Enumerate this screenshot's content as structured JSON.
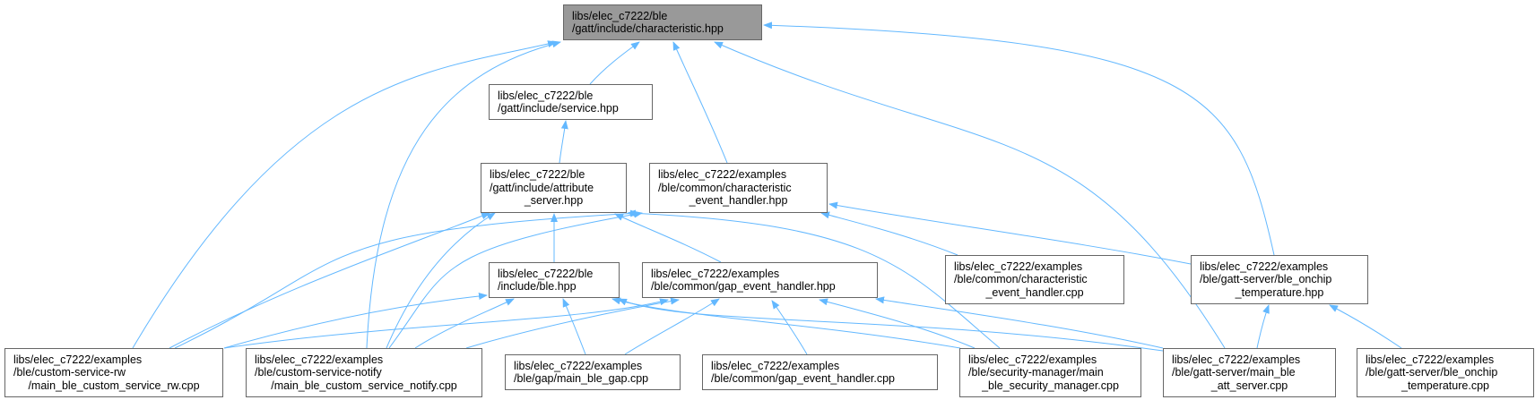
{
  "graph": {
    "root": "characteristic_hpp",
    "colors": {
      "edge": "#63b8ff",
      "root_fill": "#999999",
      "border": "#666666"
    },
    "nodes": [
      {
        "id": "characteristic_hpp",
        "lines": [
          "libs/elec_c7222/ble",
          "/gatt/include/characteristic.hpp"
        ]
      },
      {
        "id": "service_hpp",
        "lines": [
          "libs/elec_c7222/ble",
          "/gatt/include/service.hpp"
        ]
      },
      {
        "id": "attribute_server_hpp",
        "lines": [
          "libs/elec_c7222/ble",
          "/gatt/include/attribute",
          "_server.hpp"
        ]
      },
      {
        "id": "char_event_handler_hpp",
        "lines": [
          "libs/elec_c7222/examples",
          "/ble/common/characteristic",
          "_event_handler.hpp"
        ]
      },
      {
        "id": "ble_hpp",
        "lines": [
          "libs/elec_c7222/ble",
          "/include/ble.hpp"
        ]
      },
      {
        "id": "gap_event_handler_hpp",
        "lines": [
          "libs/elec_c7222/examples",
          "/ble/common/gap_event_handler.hpp"
        ]
      },
      {
        "id": "char_event_handler_cpp",
        "lines": [
          "libs/elec_c7222/examples",
          "/ble/common/characteristic",
          "_event_handler.cpp"
        ]
      },
      {
        "id": "onchip_temperature_hpp",
        "lines": [
          "libs/elec_c7222/examples",
          "/ble/gatt-server/ble_onchip",
          "_temperature.hpp"
        ]
      },
      {
        "id": "custom_service_rw_cpp",
        "lines": [
          "libs/elec_c7222/examples",
          "/ble/custom-service-rw",
          "/main_ble_custom_service_rw.cpp"
        ]
      },
      {
        "id": "custom_service_notify_cpp",
        "lines": [
          "libs/elec_c7222/examples",
          "/ble/custom-service-notify",
          "/main_ble_custom_service_notify.cpp"
        ]
      },
      {
        "id": "main_ble_gap_cpp",
        "lines": [
          "libs/elec_c7222/examples",
          "/ble/gap/main_ble_gap.cpp"
        ]
      },
      {
        "id": "gap_event_handler_cpp",
        "lines": [
          "libs/elec_c7222/examples",
          "/ble/common/gap_event_handler.cpp"
        ]
      },
      {
        "id": "security_manager_cpp",
        "lines": [
          "libs/elec_c7222/examples",
          "/ble/security-manager/main",
          "_ble_security_manager.cpp"
        ]
      },
      {
        "id": "att_server_cpp",
        "lines": [
          "libs/elec_c7222/examples",
          "/ble/gatt-server/main_ble",
          "_att_server.cpp"
        ]
      },
      {
        "id": "onchip_temperature_cpp",
        "lines": [
          "libs/elec_c7222/examples",
          "/ble/gatt-server/ble_onchip",
          "_temperature.cpp"
        ]
      }
    ],
    "edges": [
      {
        "from": "custom_service_rw_cpp",
        "to": "characteristic_hpp"
      },
      {
        "from": "custom_service_notify_cpp",
        "to": "characteristic_hpp"
      },
      {
        "from": "service_hpp",
        "to": "characteristic_hpp"
      },
      {
        "from": "char_event_handler_hpp",
        "to": "characteristic_hpp"
      },
      {
        "from": "att_server_cpp",
        "to": "characteristic_hpp"
      },
      {
        "from": "onchip_temperature_hpp",
        "to": "characteristic_hpp"
      },
      {
        "from": "attribute_server_hpp",
        "to": "service_hpp"
      },
      {
        "from": "custom_service_rw_cpp",
        "to": "attribute_server_hpp"
      },
      {
        "from": "custom_service_notify_cpp",
        "to": "attribute_server_hpp"
      },
      {
        "from": "ble_hpp",
        "to": "attribute_server_hpp"
      },
      {
        "from": "gap_event_handler_hpp",
        "to": "attribute_server_hpp"
      },
      {
        "from": "security_manager_cpp",
        "to": "attribute_server_hpp"
      },
      {
        "from": "custom_service_rw_cpp",
        "to": "char_event_handler_hpp"
      },
      {
        "from": "custom_service_notify_cpp",
        "to": "char_event_handler_hpp"
      },
      {
        "from": "char_event_handler_cpp",
        "to": "char_event_handler_hpp"
      },
      {
        "from": "onchip_temperature_hpp",
        "to": "char_event_handler_hpp"
      },
      {
        "from": "custom_service_rw_cpp",
        "to": "ble_hpp"
      },
      {
        "from": "custom_service_notify_cpp",
        "to": "ble_hpp"
      },
      {
        "from": "main_ble_gap_cpp",
        "to": "ble_hpp"
      },
      {
        "from": "security_manager_cpp",
        "to": "ble_hpp"
      },
      {
        "from": "att_server_cpp",
        "to": "ble_hpp"
      },
      {
        "from": "custom_service_rw_cpp",
        "to": "gap_event_handler_hpp"
      },
      {
        "from": "custom_service_notify_cpp",
        "to": "gap_event_handler_hpp"
      },
      {
        "from": "main_ble_gap_cpp",
        "to": "gap_event_handler_hpp"
      },
      {
        "from": "gap_event_handler_cpp",
        "to": "gap_event_handler_hpp"
      },
      {
        "from": "security_manager_cpp",
        "to": "gap_event_handler_hpp"
      },
      {
        "from": "att_server_cpp",
        "to": "gap_event_handler_hpp"
      },
      {
        "from": "att_server_cpp",
        "to": "onchip_temperature_hpp"
      },
      {
        "from": "onchip_temperature_cpp",
        "to": "onchip_temperature_hpp"
      }
    ]
  }
}
